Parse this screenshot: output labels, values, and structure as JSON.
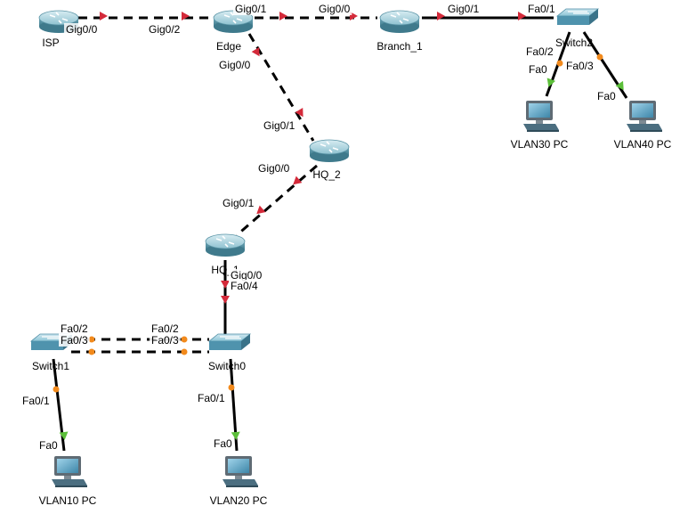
{
  "colors": {
    "link": "#000000",
    "port_down": "#d42a3a",
    "port_up": "#5cbf3a",
    "port_blocking": "#f28a1c",
    "router_body": "#6ea8b8",
    "switch_body": "#6aa9c0",
    "pc_screen": "#4a8fb0",
    "label_bg": "#ffffff"
  },
  "devices": [
    {
      "id": "isp",
      "type": "router",
      "name": "ISP"
    },
    {
      "id": "edge",
      "type": "router",
      "name": "Edge"
    },
    {
      "id": "branch1",
      "type": "router",
      "name": "Branch_1"
    },
    {
      "id": "switch2",
      "type": "switch",
      "name": "Switch2"
    },
    {
      "id": "hq2",
      "type": "router",
      "name": "HQ_2"
    },
    {
      "id": "hq1",
      "type": "router",
      "name": "HQ_1"
    },
    {
      "id": "switch1",
      "type": "switch",
      "name": "Switch1"
    },
    {
      "id": "switch0",
      "type": "switch",
      "name": "Switch0"
    },
    {
      "id": "vlan30",
      "type": "pc",
      "name": "VLAN30 PC"
    },
    {
      "id": "vlan40",
      "type": "pc",
      "name": "VLAN40 PC"
    },
    {
      "id": "vlan10",
      "type": "pc",
      "name": "VLAN10 PC"
    },
    {
      "id": "vlan20",
      "type": "pc",
      "name": "VLAN20 PC"
    }
  ],
  "links": [
    {
      "id": "isp-edge",
      "from": "isp",
      "to": "edge",
      "style": "dashed",
      "from_port": "Gig0/0",
      "to_port": "Gig0/2",
      "status": "down"
    },
    {
      "id": "edge-branch1",
      "from": "edge",
      "to": "branch1",
      "style": "dashed",
      "from_port": "Gig0/1",
      "to_port": "Gig0/0",
      "status": "down"
    },
    {
      "id": "branch1-switch2",
      "from": "branch1",
      "to": "switch2",
      "style": "solid",
      "from_port": "Gig0/1",
      "to_port": "Fa0/1",
      "status": "down"
    },
    {
      "id": "edge-hq2",
      "from": "edge",
      "to": "hq2",
      "style": "dashed",
      "from_port": "Gig0/0",
      "to_port": "Gig0/1",
      "status": "down"
    },
    {
      "id": "hq2-hq1",
      "from": "hq2",
      "to": "hq1",
      "style": "dashed",
      "from_port": "Gig0/0",
      "to_port": "Gig0/1",
      "status": "down"
    },
    {
      "id": "hq1-switch0",
      "from": "hq1",
      "to": "switch0",
      "style": "solid",
      "from_port": "Gig0/0",
      "to_port": "Fa0/4",
      "status": "down"
    },
    {
      "id": "switch1-switch0-a",
      "from": "switch1",
      "to": "switch0",
      "style": "dashed",
      "from_port": "Fa0/2",
      "to_port": "Fa0/2",
      "status": "blocking"
    },
    {
      "id": "switch1-switch0-b",
      "from": "switch1",
      "to": "switch0",
      "style": "dashed",
      "from_port": "Fa0/3",
      "to_port": "Fa0/3",
      "status": "blocking"
    },
    {
      "id": "switch2-vlan30",
      "from": "switch2",
      "to": "vlan30",
      "style": "solid",
      "from_port": "Fa0/2",
      "to_port": "Fa0",
      "status": "up"
    },
    {
      "id": "switch2-vlan40",
      "from": "switch2",
      "to": "vlan40",
      "style": "solid",
      "from_port": "Fa0/3",
      "to_port": "Fa0",
      "status": "up"
    },
    {
      "id": "switch1-vlan10",
      "from": "switch1",
      "to": "vlan10",
      "style": "solid",
      "from_port": "Fa0/1",
      "to_port": "Fa0",
      "status": "up"
    },
    {
      "id": "switch0-vlan20",
      "from": "switch0",
      "to": "vlan20",
      "style": "solid",
      "from_port": "Fa0/1",
      "to_port": "Fa0",
      "status": "up"
    }
  ]
}
